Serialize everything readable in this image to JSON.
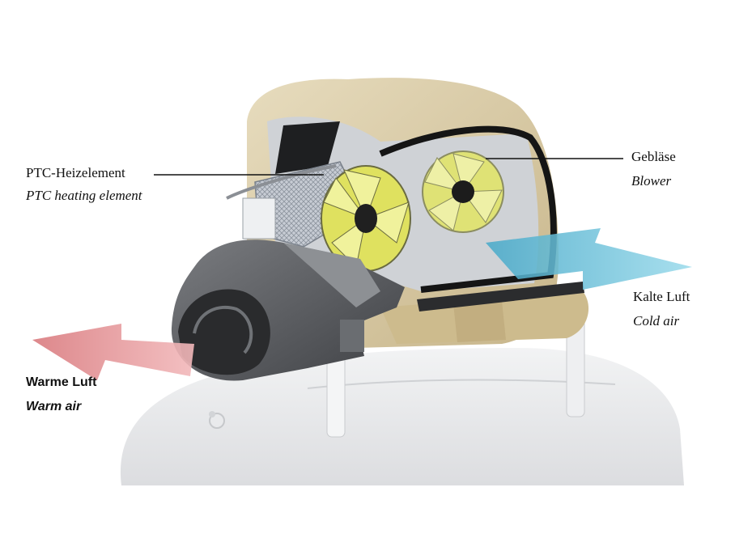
{
  "labels": {
    "ptc": {
      "de": "PTC-Heizelement",
      "en": "PTC heating element"
    },
    "blower": {
      "de": "Gebläse",
      "en": "Blower"
    },
    "cold": {
      "de": "Kalte Luft",
      "en": "Cold air"
    },
    "warm": {
      "de": "Warme Luft",
      "en": "Warm air"
    }
  },
  "colors": {
    "cushion": "#d8c9a4",
    "cushion_shadow": "#b8a67c",
    "seat": "#e6e7e9",
    "housing": "#5b5d60",
    "fan": "#e4e47a",
    "cold_arrow": "#6fc5dc",
    "warm_arrow": "#e48f92"
  }
}
